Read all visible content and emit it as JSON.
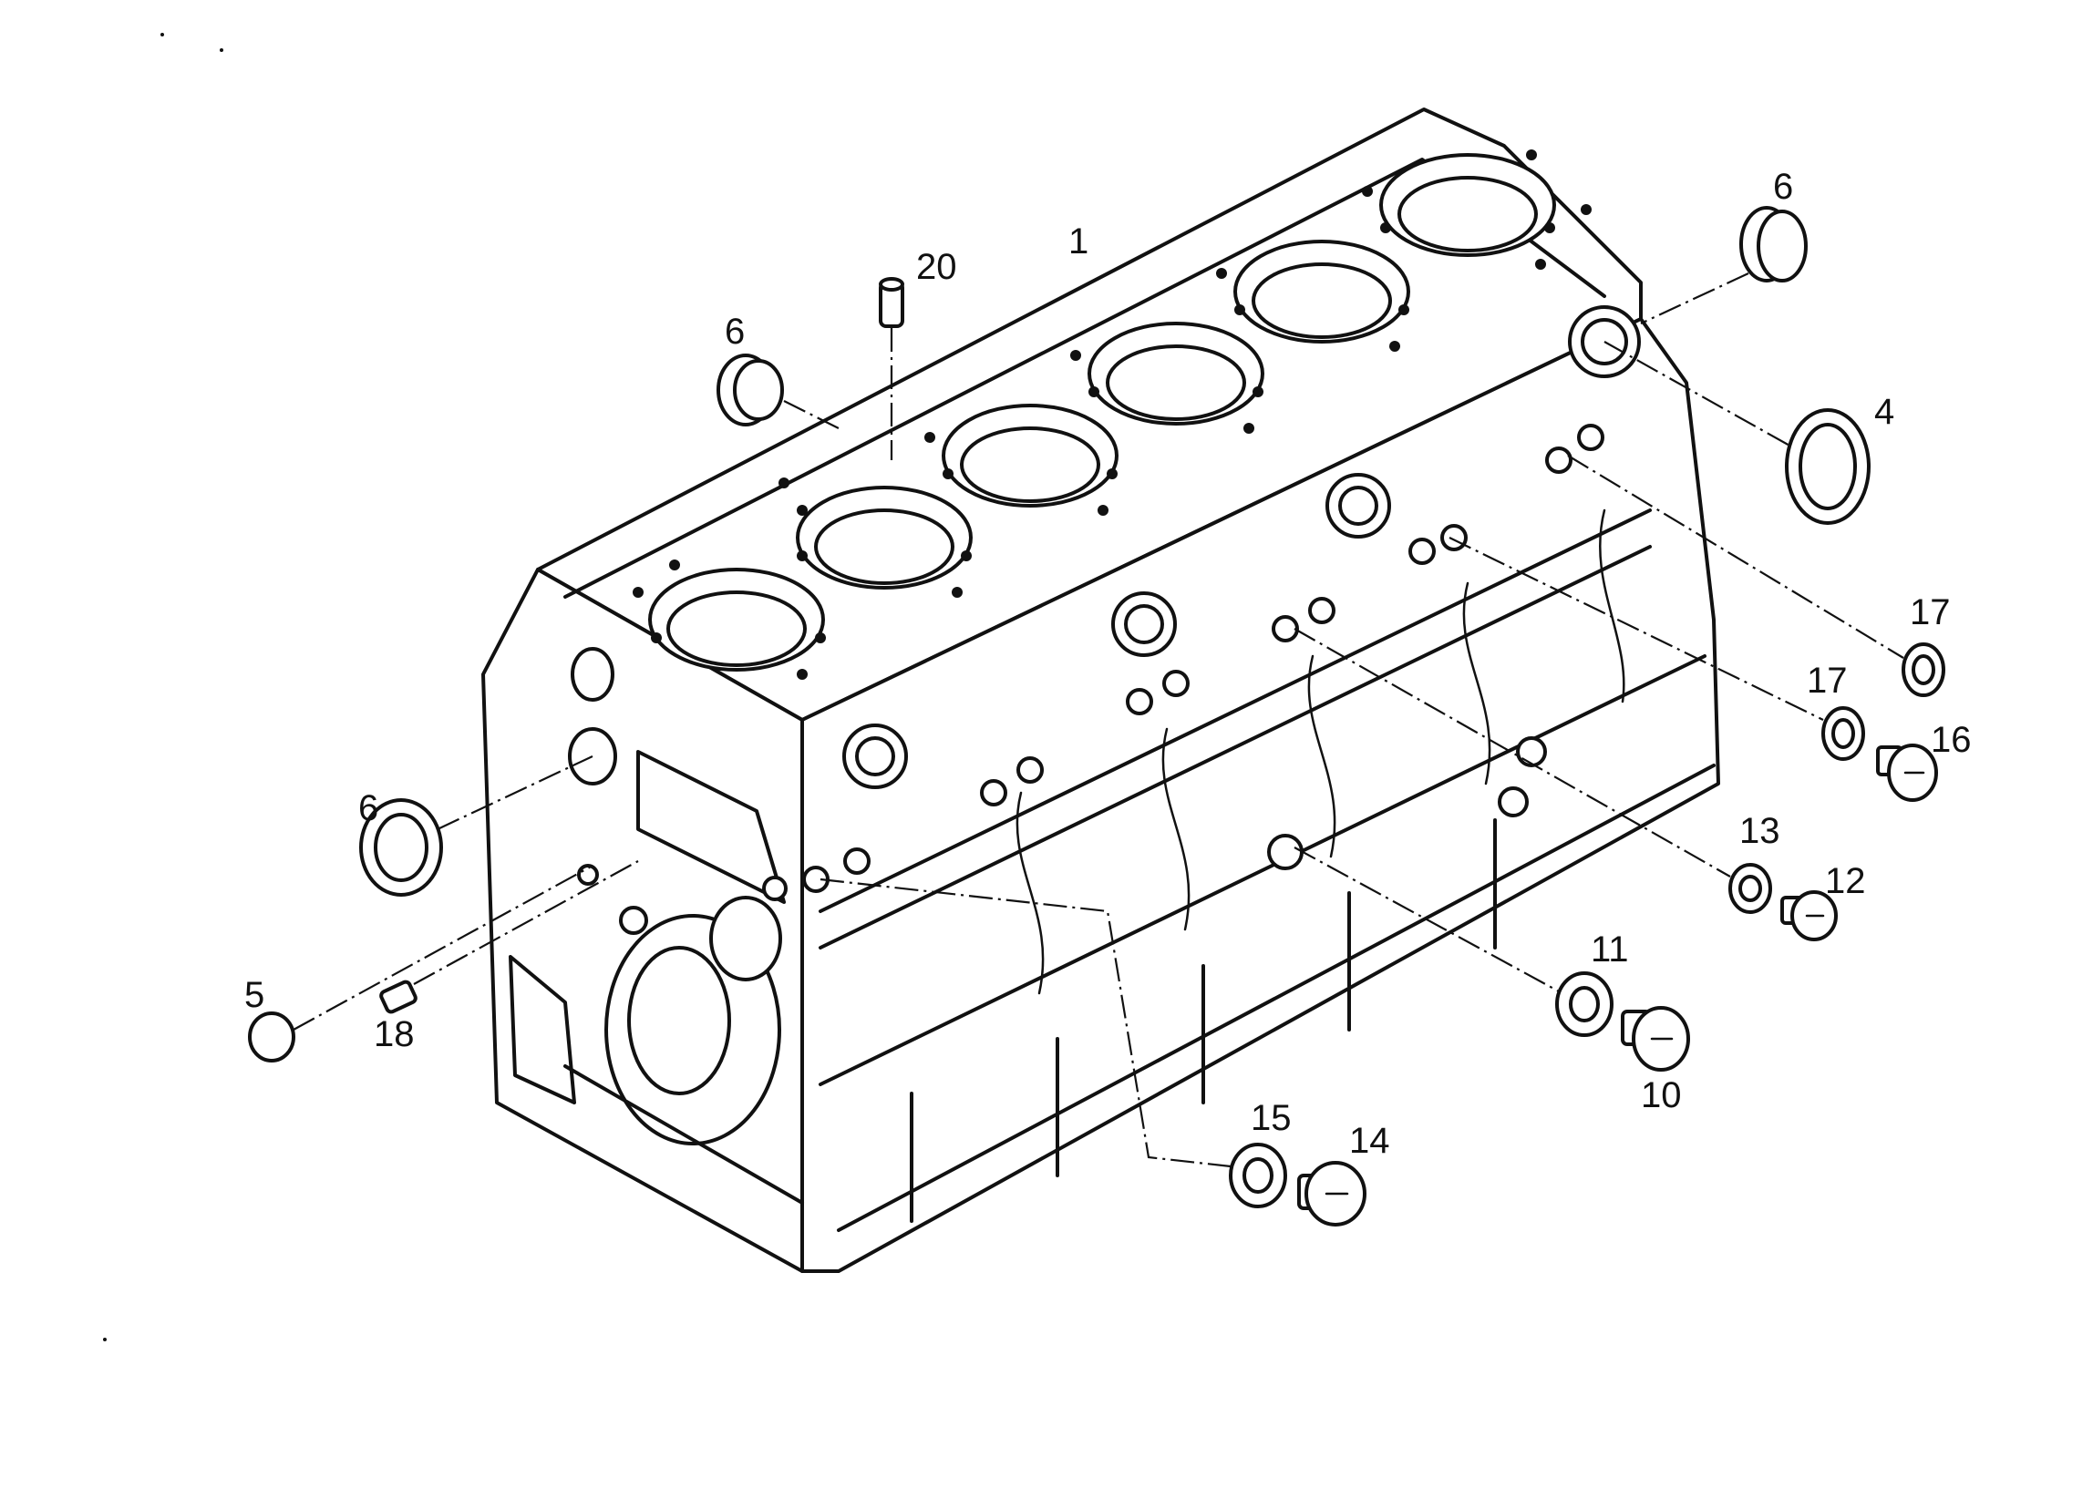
{
  "callouts": [
    {
      "id": "c1",
      "label": "1"
    },
    {
      "id": "c20",
      "label": "20"
    },
    {
      "id": "c6a",
      "label": "6"
    },
    {
      "id": "c6b",
      "label": "6"
    },
    {
      "id": "c6c",
      "label": "6"
    },
    {
      "id": "c4",
      "label": "4"
    },
    {
      "id": "c17a",
      "label": "17"
    },
    {
      "id": "c17b",
      "label": "17"
    },
    {
      "id": "c16",
      "label": "16"
    },
    {
      "id": "c13",
      "label": "13"
    },
    {
      "id": "c12",
      "label": "12"
    },
    {
      "id": "c11",
      "label": "11"
    },
    {
      "id": "c10",
      "label": "10"
    },
    {
      "id": "c15",
      "label": "15"
    },
    {
      "id": "c14",
      "label": "14"
    },
    {
      "id": "c5",
      "label": "5"
    },
    {
      "id": "c18",
      "label": "18"
    }
  ]
}
